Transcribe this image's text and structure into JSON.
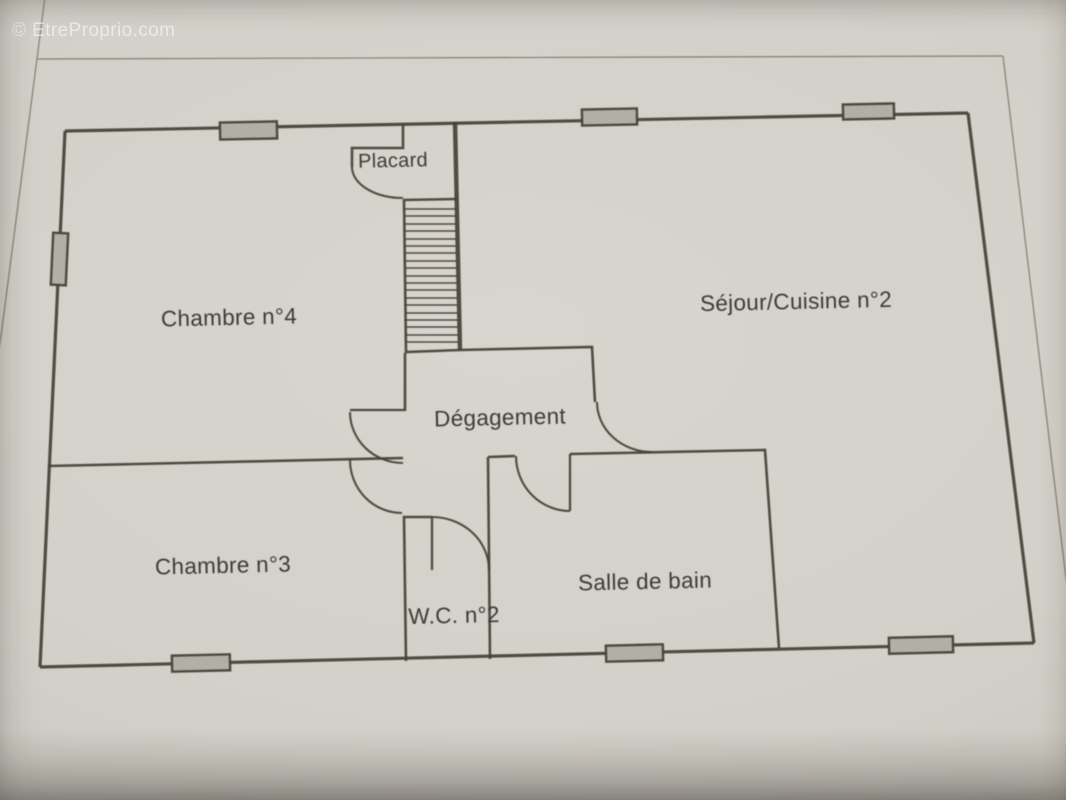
{
  "watermark": {
    "text": "© EtreProprio.com"
  },
  "plan": {
    "rooms": {
      "placard": {
        "label": "Placard"
      },
      "chambre4": {
        "label": "Chambre n°4"
      },
      "sejour_cuisine": {
        "label": "Séjour/Cuisine n°2"
      },
      "degagement": {
        "label": "Dégagement"
      },
      "chambre3": {
        "label": "Chambre n°3"
      },
      "wc": {
        "label": "W.C. n°2"
      },
      "salle_de_bain": {
        "label": "Salle de bain"
      }
    }
  },
  "colors": {
    "paper": "#d3d0c9",
    "paper_light": "#d8d5ce",
    "wall_line": "#454239",
    "window_fill": "#b2afa8",
    "label_text": "#3d3b36",
    "watermark_text": "rgba(255,255,255,0.55)"
  }
}
